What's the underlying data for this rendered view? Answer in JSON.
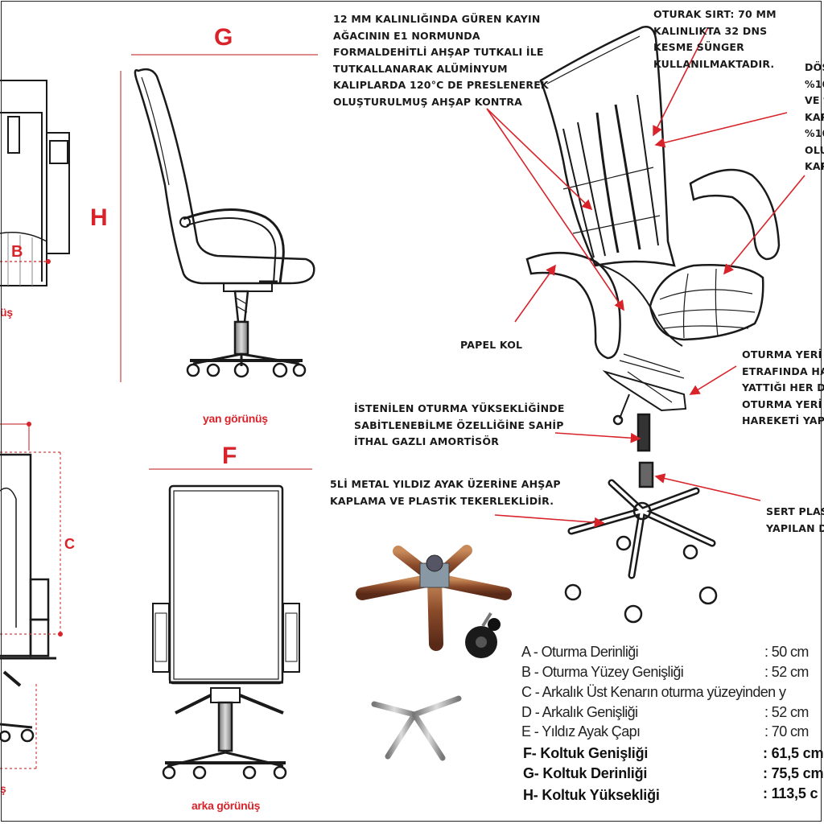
{
  "dimension_letters": {
    "g": "G",
    "h": "H",
    "f": "F",
    "b": "B",
    "c": "C"
  },
  "view_captions": {
    "side": "yan görünüş",
    "back": "arka görünüş",
    "front_partial": "üş",
    "top_partial": "ş"
  },
  "callouts": {
    "plywood": [
      "12 MM KALINLIĞINDA GÜREN KAYIN",
      "AĞACININ E1 NORMUNDA",
      "FORMALDEHİTLİ AHŞAP TUTKALI İLE",
      "TUTKALLANARAK ALÜMİNYUM",
      "KALIPLARDA 120°C DE PRESLENEREK",
      "OLUŞTURULMUŞ AHŞAP KONTRA"
    ],
    "foam": [
      "OTURAK SIRT: 70 MM",
      "KALINLIKTA 32 DNS",
      "KESME SÜNGER",
      "KULLANILMAKTADIR."
    ],
    "upholstery_partial": [
      "DÖŞ",
      "%10",
      "VE %",
      "KAP",
      "%10",
      "OLU",
      "KAP"
    ],
    "armrest": "PAPEL KOL",
    "mechanism_partial": [
      "OTURMA YERİ",
      "ETRAFINDA HA",
      "YATTIĞI HER D",
      "OTURMA YERİ",
      "HAREKETİ YAPA"
    ],
    "gas_lift": [
      "İSTENİLEN OTURMA YÜKSEKLİĞİNDE",
      "SABİTLENEBİLME ÖZELLİĞİNE SAHİP",
      "İTHAL GAZLI AMORTİSÖR"
    ],
    "base": [
      "5Lİ METAL YILDIZ AYAK ÜZERİNE AHŞAP",
      "KAPLAMA VE PLASTİK TEKERLEKLİDİR."
    ],
    "caster_partial": [
      "SERT PLAST",
      "YAPILAN D"
    ]
  },
  "specs": [
    {
      "label": "A - Oturma Derinliği",
      "value": ": 50 cm",
      "bold": false
    },
    {
      "label": "B - Oturma Yüzey Genişliği",
      "value": ": 52 cm",
      "bold": false
    },
    {
      "label": "C - Arkalık Üst Kenarın oturma yüzeyinden y",
      "value": "",
      "bold": false
    },
    {
      "label": "D - Arkalık Genişliği",
      "value": ": 52 cm",
      "bold": false
    },
    {
      "label": "E - Yıldız Ayak Çapı",
      "value": ": 70 cm",
      "bold": false
    },
    {
      "label": "F- Koltuk Genişliği",
      "value": ": 61,5 cm",
      "bold": true
    },
    {
      "label": "G- Koltuk Derinliği",
      "value": ": 75,5 cm",
      "bold": true
    },
    {
      "label": "H- Koltuk Yüksekliği",
      "value": ": 113,5 c",
      "bold": true
    }
  ],
  "colors": {
    "accent_red": "#d8232a",
    "line": "#1a1a1a",
    "dim_line": "#c44",
    "wood": "#8a4a2a",
    "chrome": "#9a9a9a"
  }
}
